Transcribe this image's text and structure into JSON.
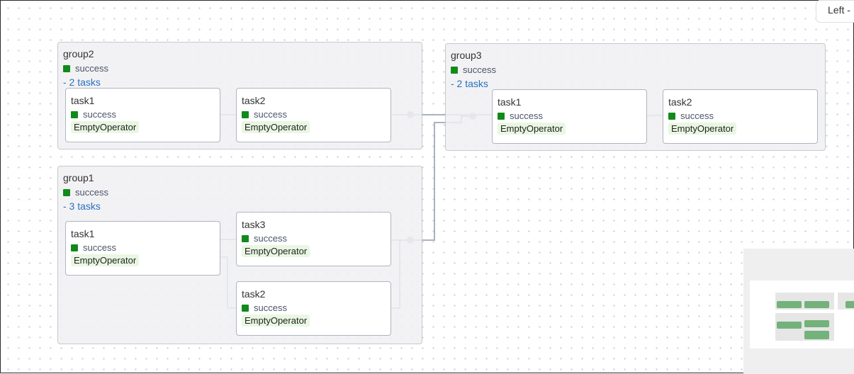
{
  "controls": {
    "layout_button": "Left -"
  },
  "groups": {
    "group2": {
      "title": "group2",
      "status": "success",
      "toggle": "- 2 tasks",
      "tasks": [
        {
          "name": "task1",
          "status": "success",
          "operator": "EmptyOperator"
        },
        {
          "name": "task2",
          "status": "success",
          "operator": "EmptyOperator"
        }
      ]
    },
    "group3": {
      "title": "group3",
      "status": "success",
      "toggle": "- 2 tasks",
      "tasks": [
        {
          "name": "task1",
          "status": "success",
          "operator": "EmptyOperator"
        },
        {
          "name": "task2",
          "status": "success",
          "operator": "EmptyOperator"
        }
      ]
    },
    "group1": {
      "title": "group1",
      "status": "success",
      "toggle": "- 3 tasks",
      "tasks": [
        {
          "name": "task1",
          "status": "success",
          "operator": "EmptyOperator"
        },
        {
          "name": "task3",
          "status": "success",
          "operator": "EmptyOperator"
        },
        {
          "name": "task2",
          "status": "success",
          "operator": "EmptyOperator"
        }
      ]
    }
  },
  "colors": {
    "success": "#118a1b",
    "edge": "#aab2c0",
    "group_toggle": "#2a6fbf",
    "operator_bg": "#e9f7e2"
  }
}
